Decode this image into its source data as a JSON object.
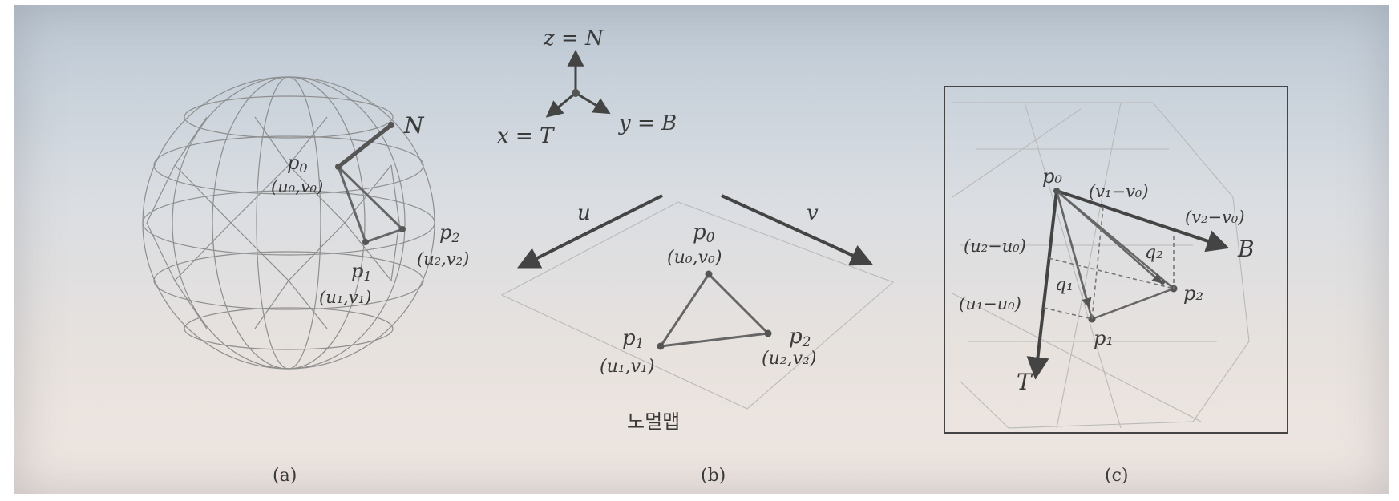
{
  "panels": {
    "a": {
      "caption": "(a)",
      "normal_label": "N",
      "p0": {
        "name": "p",
        "sub": "0",
        "uv": "(u₀,v₀)"
      },
      "p1": {
        "name": "p",
        "sub": "1",
        "uv": "(u₁,v₁)"
      },
      "p2": {
        "name": "p",
        "sub": "2",
        "uv": "(u₂,v₂)"
      }
    },
    "b": {
      "caption": "(b)",
      "axis_z": "z = N",
      "axis_x": "x = T",
      "axis_y": "y = B",
      "u_label": "u",
      "v_label": "v",
      "p0": {
        "name": "p",
        "sub": "0",
        "uv": "(u₀,v₀)"
      },
      "p1": {
        "name": "p",
        "sub": "1",
        "uv": "(u₁,v₁)"
      },
      "p2": {
        "name": "p",
        "sub": "2",
        "uv": "(u₂,v₂)"
      },
      "map_label": "노멀맵"
    },
    "c": {
      "caption": "(c)",
      "p0": "p₀",
      "p1": "p₁",
      "p2": "p₂",
      "q1": "q₁",
      "q2": "q₂",
      "T": "T",
      "B": "B",
      "v1v0": "(v₁−v₀)",
      "v2v0": "(v₂−v₀)",
      "u2u0": "(u₂−u₀)",
      "u1u0": "(u₁−u₀)"
    }
  },
  "colors": {
    "ink": "#3a3a3a",
    "line": "#555555",
    "wire": "#8e8e8e"
  }
}
